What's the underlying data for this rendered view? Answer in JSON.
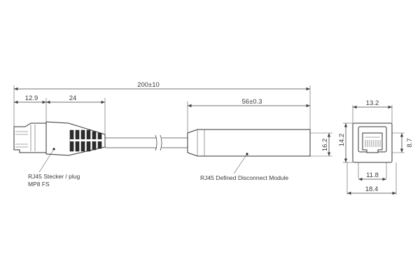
{
  "dimensions": {
    "total_length": "200±10",
    "plug_front": "12.9",
    "plug_boot": "24",
    "module_length": "56±0.3",
    "module_height": "16.2",
    "end_height_outer": "14.2",
    "end_height_inner": "8.7",
    "end_width_top": "13.2",
    "end_width_inner": "11.8",
    "end_width_outer": "18.4"
  },
  "labels": {
    "plug_line1": "RJ45 Stecker / plug",
    "plug_line2": "MP8 FS",
    "module": "RJ45 Defined Disconnect Module"
  }
}
